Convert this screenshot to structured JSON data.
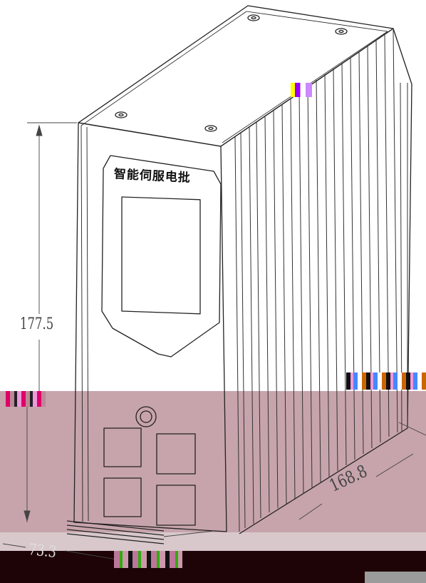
{
  "panel_title": "智能伺服电批",
  "dimensions": {
    "height": "177.5",
    "depth": "168.8",
    "width": "73.3"
  },
  "colors": {
    "line": "#222222",
    "lower_band": "#c7a4ab",
    "bottom_band": "#1e0406"
  }
}
